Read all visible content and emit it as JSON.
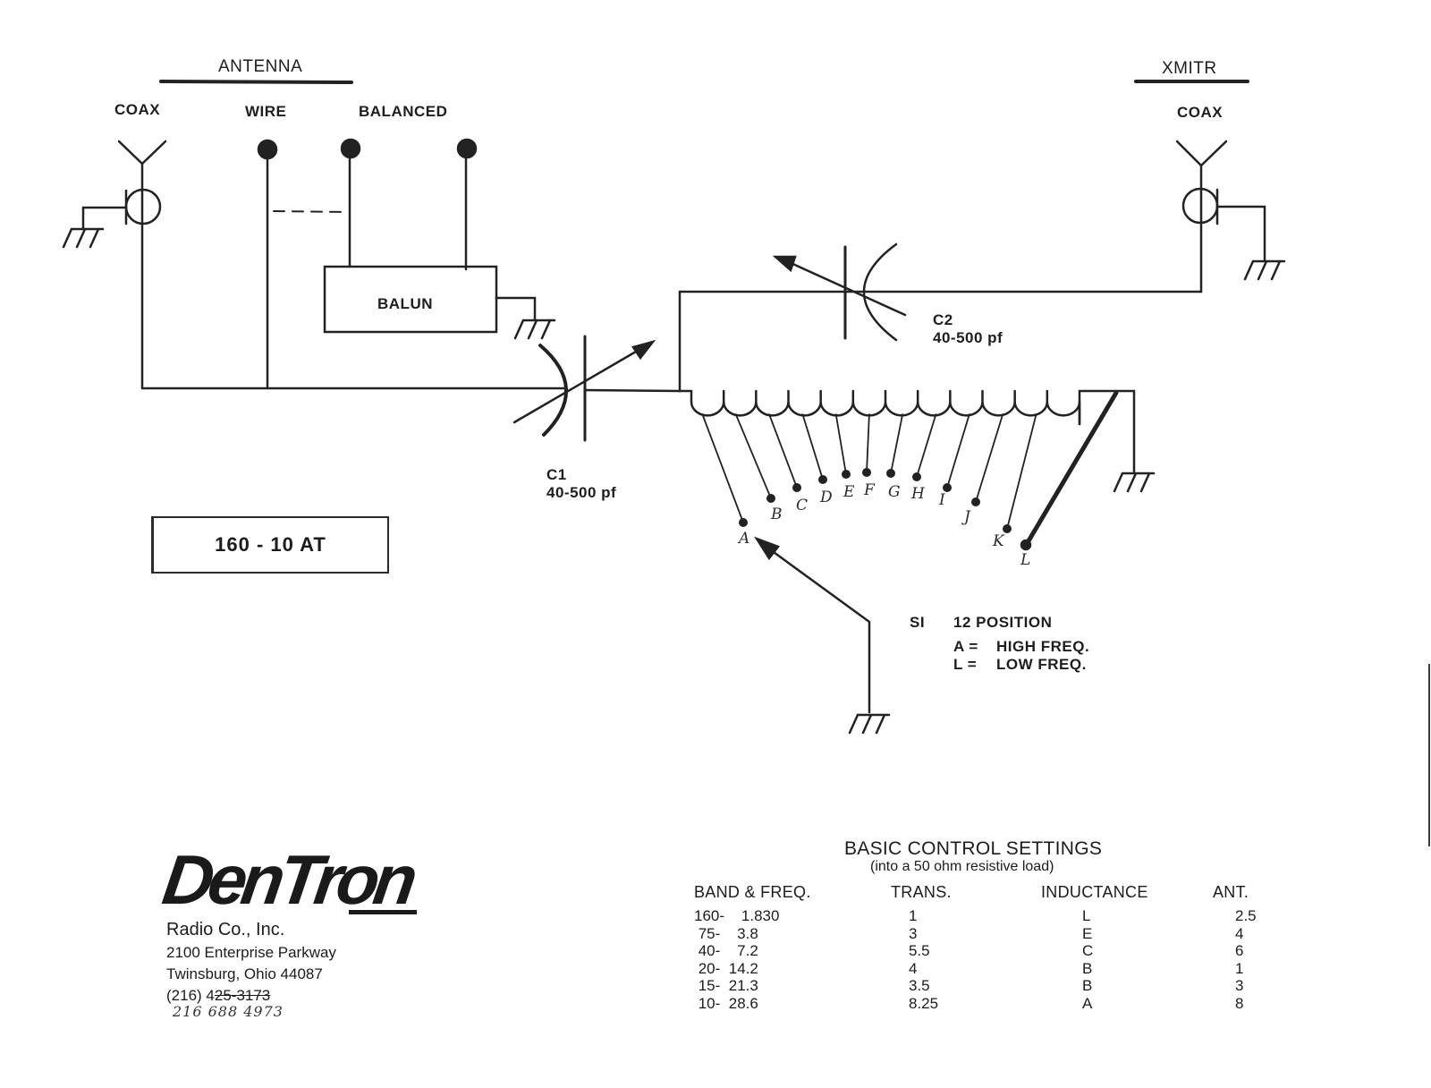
{
  "antenna_section": {
    "title": "ANTENNA",
    "inputs": [
      "COAX",
      "WIRE",
      "BALANCED"
    ],
    "balun_label": "BALUN"
  },
  "xmitr_section": {
    "title": "XMITR",
    "input": "COAX"
  },
  "capacitors": [
    {
      "name": "C1",
      "range": "40-500 pf"
    },
    {
      "name": "C2",
      "range": "40-500 pf"
    }
  ],
  "switch": {
    "name": "SI",
    "positions_label": "12 POSITION",
    "tap_labels": [
      "A",
      "B",
      "C",
      "D",
      "E",
      "F",
      "G",
      "H",
      "I",
      "J",
      "K",
      "L"
    ],
    "legend": [
      {
        "key": "A =",
        "value": "HIGH FREQ."
      },
      {
        "key": "L =",
        "value": "LOW FREQ."
      }
    ]
  },
  "model": "160 - 10  AT",
  "company": {
    "logo": "DenTron",
    "name": "Radio Co., Inc.",
    "address1": "2100 Enterprise Parkway",
    "address2": "Twinsburg, Ohio 44087",
    "phone_prefix": "(216) 4",
    "phone_struck": "25-3173",
    "handwritten_phone": "216 688 4973"
  },
  "settings_table": {
    "title": "BASIC CONTROL SETTINGS",
    "subtitle": "(into a 50 ohm resistive load)",
    "headers": [
      "BAND & FREQ.",
      "TRANS.",
      "INDUCTANCE",
      "ANT."
    ],
    "rows": [
      {
        "band": "160-    1.830",
        "trans": "1",
        "inductance": "L",
        "ant": "2.5"
      },
      {
        "band": " 75-    3.8",
        "trans": "3",
        "inductance": "E",
        "ant": "4"
      },
      {
        "band": " 40-    7.2",
        "trans": "5.5",
        "inductance": "C",
        "ant": "6"
      },
      {
        "band": " 20-  14.2",
        "trans": "4",
        "inductance": "B",
        "ant": "1"
      },
      {
        "band": " 15-  21.3",
        "trans": "3.5",
        "inductance": "B",
        "ant": "3"
      },
      {
        "band": " 10-  28.6",
        "trans": "8.25",
        "inductance": "A",
        "ant": "8"
      }
    ]
  }
}
